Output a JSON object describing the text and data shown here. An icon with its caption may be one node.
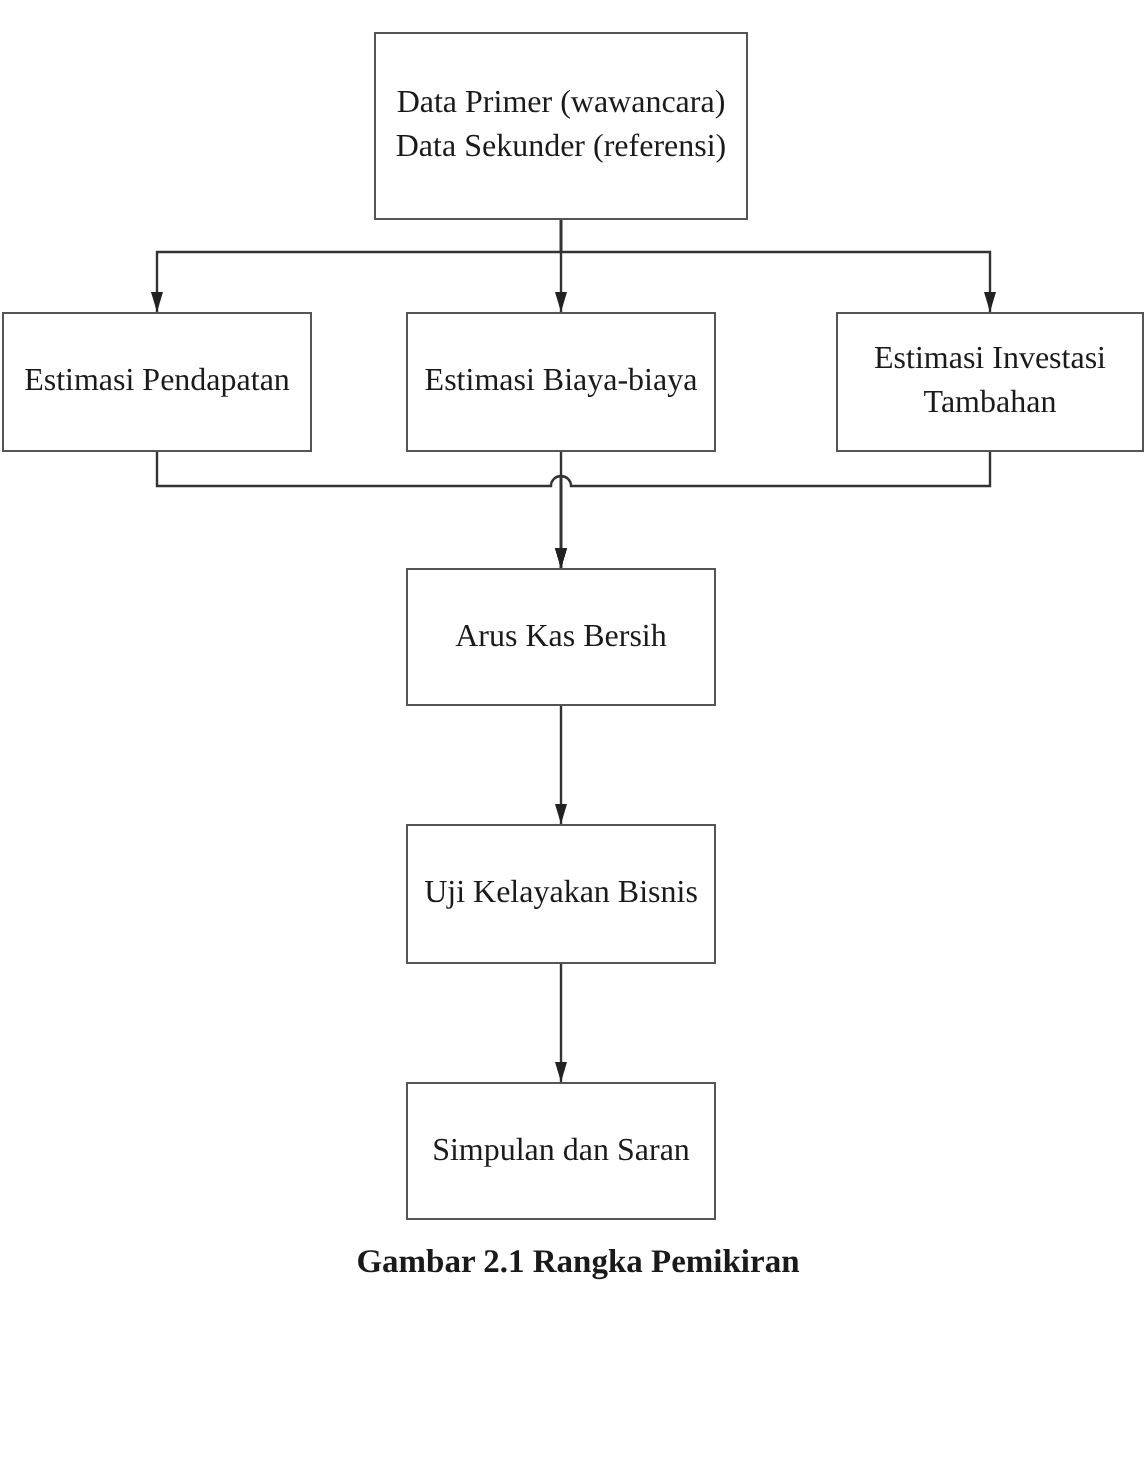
{
  "diagram": {
    "caption": "Gambar 2.1 Rangka Pemikiran",
    "nodes": [
      {
        "text": [
          "Data Primer (wawancara)",
          "Data Sekunder (referensi)"
        ]
      },
      {
        "text": [
          "Estimasi Pendapatan"
        ]
      },
      {
        "text": [
          "Estimasi Biaya-biaya"
        ]
      },
      {
        "text": [
          "Estimasi Investasi Tambahan"
        ]
      },
      {
        "text": [
          "Arus Kas Bersih"
        ]
      },
      {
        "text": [
          "Uji Kelayakan Bisnis"
        ]
      },
      {
        "text": [
          "Simpulan dan Saran"
        ]
      }
    ],
    "edges": [
      {
        "from": 0,
        "to": 1,
        "arrow": "to"
      },
      {
        "from": 0,
        "to": 2,
        "arrow": "to"
      },
      {
        "from": 0,
        "to": 3,
        "arrow": "to"
      },
      {
        "from": 1,
        "to": 4,
        "arrow": "to"
      },
      {
        "from": 2,
        "to": 4,
        "arrow": "to"
      },
      {
        "from": 3,
        "to": 4,
        "arrow": "to"
      },
      {
        "from": 4,
        "to": 5,
        "arrow": "to"
      },
      {
        "from": 5,
        "to": 6,
        "arrow": "to"
      }
    ]
  }
}
